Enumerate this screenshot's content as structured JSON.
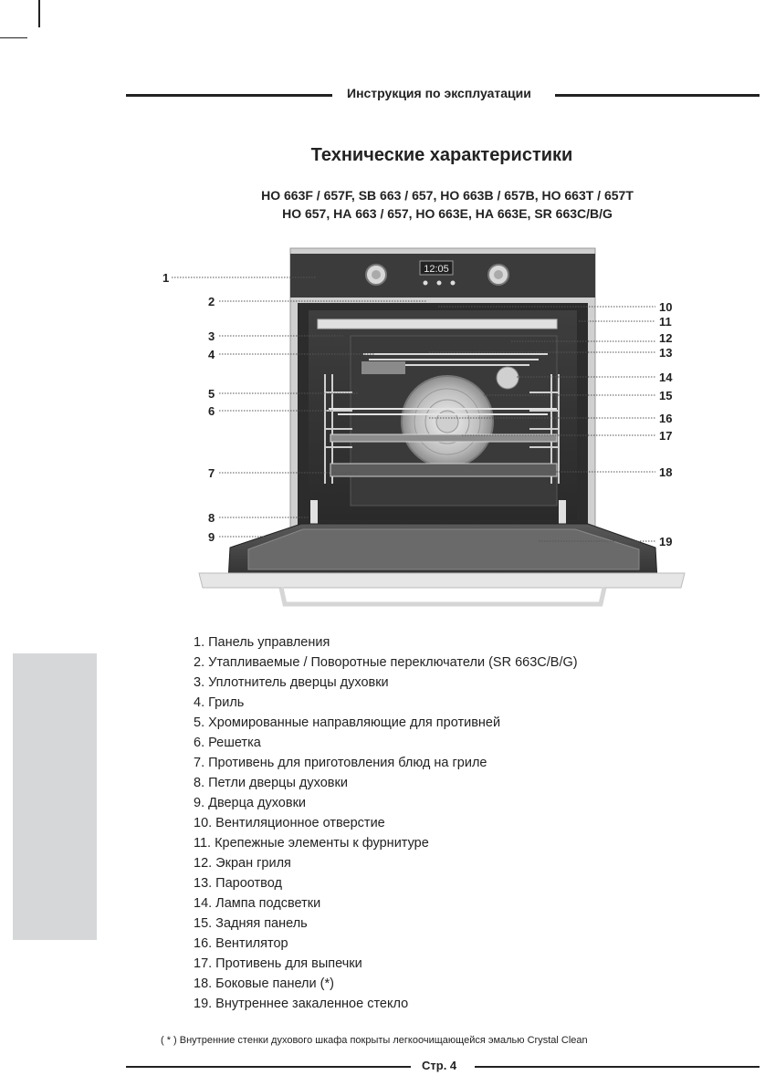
{
  "header": {
    "title": "Инструкция по эксплуатации"
  },
  "page_title": "Технические характеристики",
  "models": [
    "НО 663F / 657F, SB 663 / 657, НО 663В / 657В, НО 663Т / 657Т",
    "НО 657, НА 663 / 657, НО 663Е, НА 663Е, SR 663C/B/G"
  ],
  "figure": {
    "display_time": "12:05",
    "callouts": [
      "1",
      "2",
      "3",
      "4",
      "5",
      "6",
      "7",
      "8",
      "9",
      "10",
      "11",
      "12",
      "13",
      "14",
      "15",
      "16",
      "17",
      "18",
      "19"
    ]
  },
  "parts": [
    "1. Панель управления",
    "2. Утапливаемые / Поворотные переключатели (SR 663C/B/G)",
    "3. Уплотнитель дверцы духовки",
    "4. Гриль",
    "5. Хромированные направляющие для противней",
    "6. Решетка",
    "7. Противень для приготовления блюд на гриле",
    "8. Петли дверцы духовки",
    "9. Дверца духовки",
    "10. Вентиляционное отверстие",
    "11. Крепежные элементы к фурнитуре",
    "12. Экран гриля",
    "13. Пароотвод",
    "14. Лампа подсветки",
    "15. Задняя панель",
    "16. Вентилятор",
    "17. Противень для выпечки",
    "18. Боковые панели (*)",
    "19. Внутреннее закаленное стекло"
  ],
  "footnote": "( * ) Внутренние стенки духового шкафа покрыты легкоочищающейся эмалью Crystal Clean",
  "footer": {
    "page_label": "Стр. 4"
  }
}
